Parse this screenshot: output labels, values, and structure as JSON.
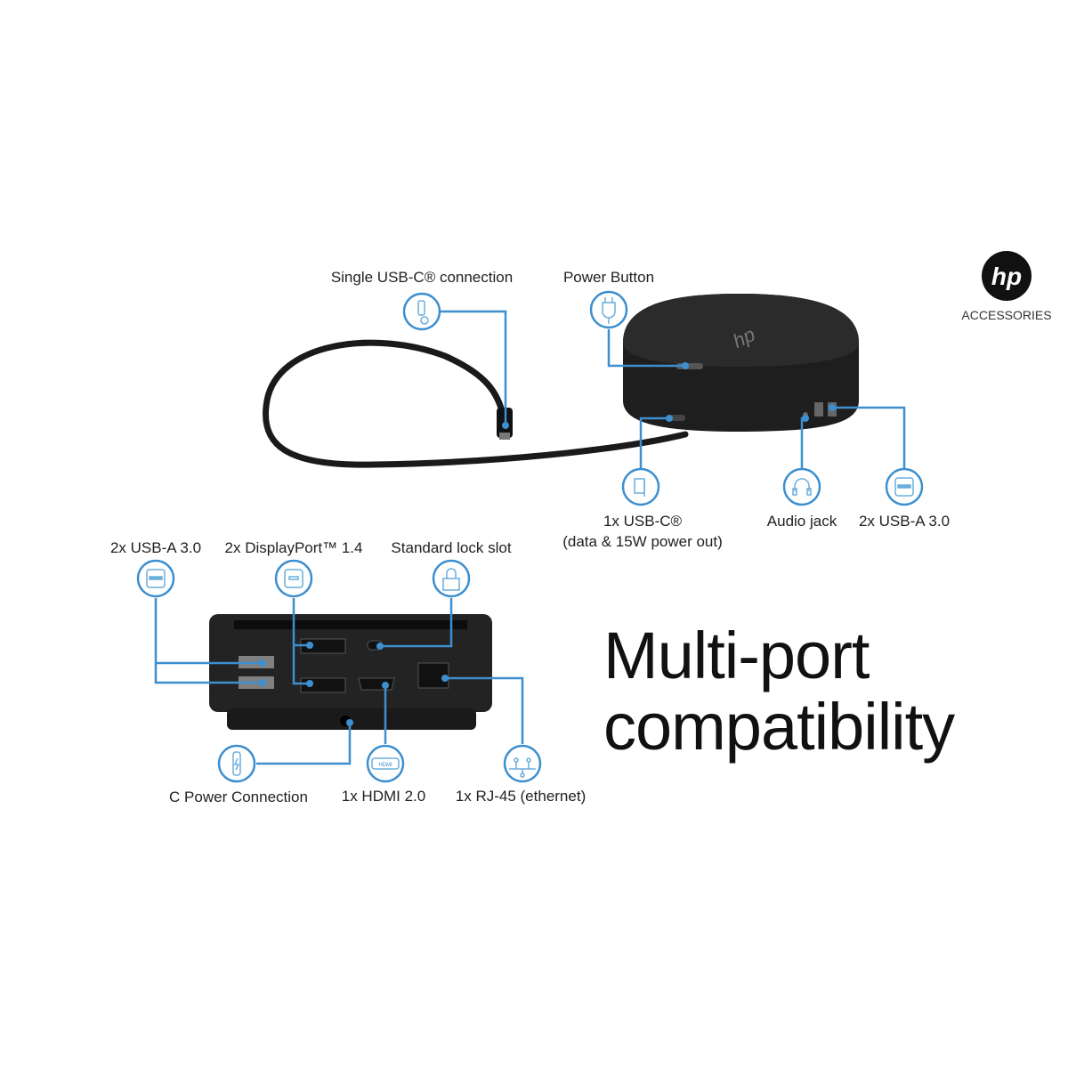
{
  "brand": {
    "logo_text": "hp",
    "subtitle": "ACCESSORIES"
  },
  "headline": {
    "line1": "Multi-port",
    "line2": "compatibility"
  },
  "colors": {
    "accent": "#3d8fcf",
    "device": "#1b1b1b"
  },
  "top_callouts": {
    "usbc_cable": {
      "label": "Single USB-C® connection",
      "icon": "usb-c-cable-icon"
    },
    "power_button": {
      "label": "Power Button",
      "icon": "power-plug-icon"
    },
    "usbc_port": {
      "label_line1": "1x USB-C®",
      "label_line2": "(data & 15W power out)",
      "icon": "usb-c-power-icon"
    },
    "audio_jack": {
      "label": "Audio jack",
      "icon": "headset-icon"
    },
    "usba_front": {
      "label": "2x USB-A 3.0",
      "icon": "usb-a-icon"
    }
  },
  "rear_callouts": {
    "usba": {
      "label": "2x USB-A 3.0",
      "icon": "usb-a-icon"
    },
    "displayport": {
      "label": "2x DisplayPort™ 1.4",
      "icon": "displayport-icon"
    },
    "lock": {
      "label": "Standard lock slot",
      "icon": "lock-icon"
    },
    "power": {
      "label": "C Power Connection",
      "icon": "usb-c-power-icon"
    },
    "hdmi": {
      "label": "1x HDMI 2.0",
      "icon": "hdmi-icon",
      "icon_text": "HDMI"
    },
    "rj45": {
      "label": "1x RJ-45 (ethernet)",
      "icon": "network-icon"
    }
  }
}
